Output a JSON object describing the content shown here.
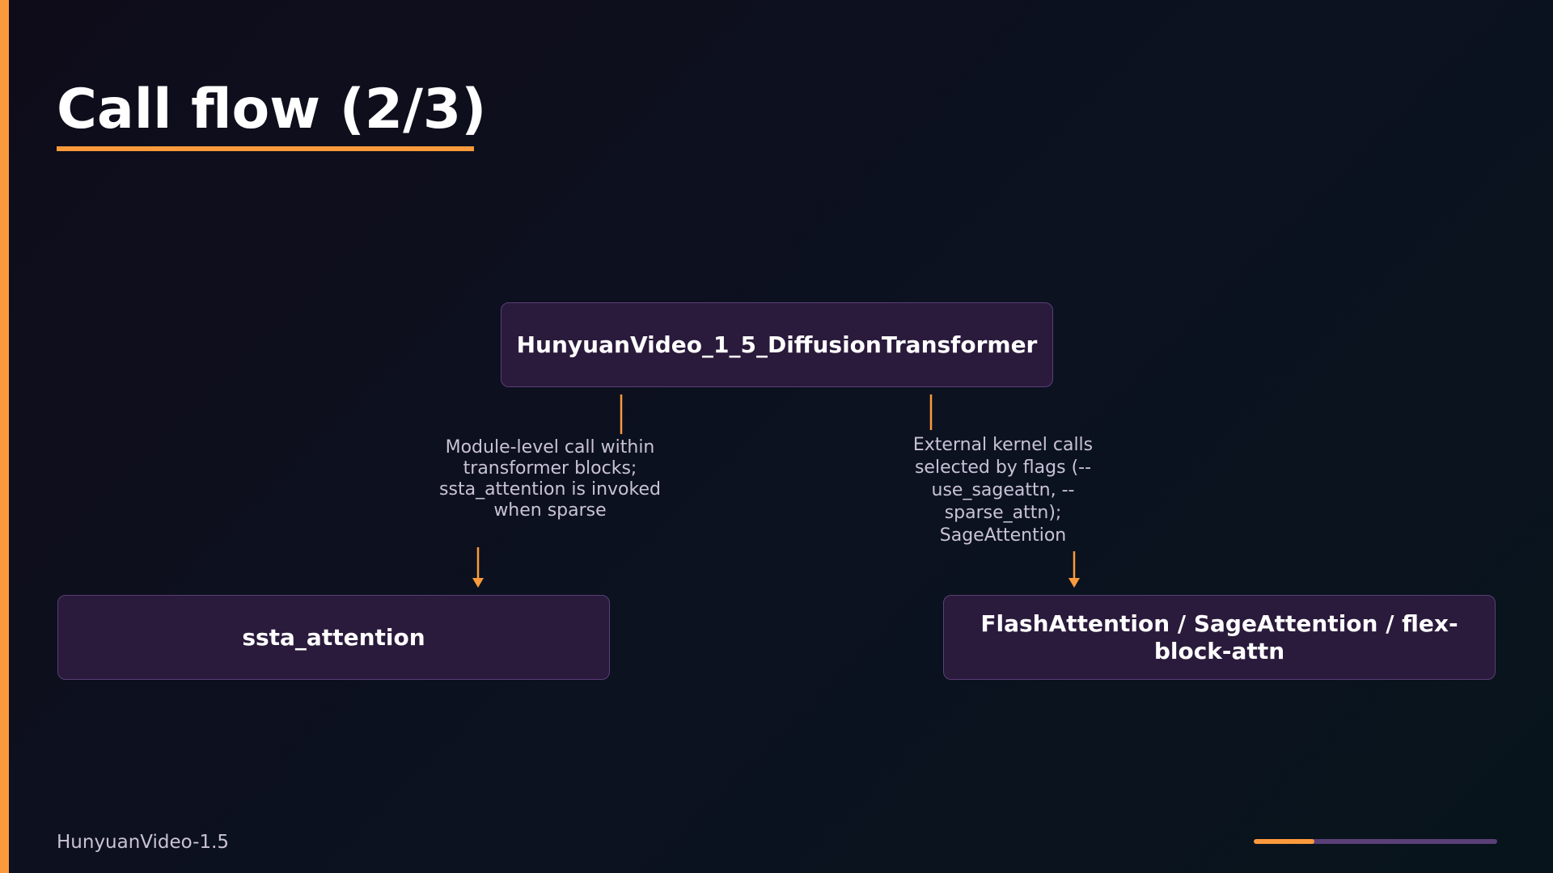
{
  "slide": {
    "title": "Call flow (2/3)",
    "footer": "HunyuanVideo-1.5",
    "progress": 0.25
  },
  "diagram": {
    "nodes": {
      "root": "HunyuanVideo_1_5_DiffusionTransformer",
      "left": "ssta_attention",
      "right": "FlashAttention / SageAttention / flex-block-attn"
    },
    "edges": {
      "left_label": "Module-level call within transformer blocks; ssta_attention is invoked when sparse",
      "right_label": "External kernel calls selected by flags (--use_sageattn, --sparse_attn); SageAttention"
    }
  },
  "colors": {
    "accent": "#fb9a3c",
    "node_fill": "#2a1a3b",
    "node_border": "#5a3f78",
    "muted_text": "#c9c2d8",
    "progress_track": "#5a3f78"
  }
}
